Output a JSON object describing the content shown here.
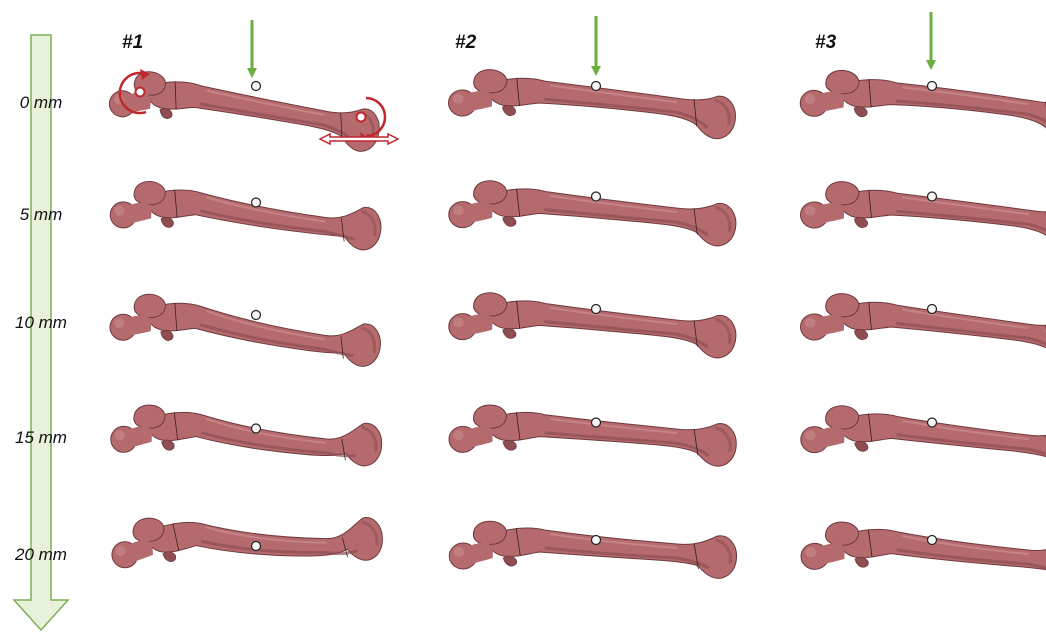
{
  "figure": {
    "columns": [
      {
        "label": "#1"
      },
      {
        "label": "#2"
      },
      {
        "label": "#3"
      }
    ],
    "rows": [
      {
        "label": "0 mm"
      },
      {
        "label": "5 mm"
      },
      {
        "label": "10 mm"
      },
      {
        "label": "15 mm"
      },
      {
        "label": "20 mm"
      }
    ],
    "colors": {
      "bone_fill": "#b56b6e",
      "bone_shade": "#8f4f52",
      "bone_light": "#c98a8c",
      "bone_outline": "#6f3a3d",
      "load_arrow": "#6aaf3f",
      "scale_arrow_fill": "#e8f2da",
      "scale_arrow_stroke": "#7fae55",
      "constraint_red": "#c0272d"
    }
  }
}
